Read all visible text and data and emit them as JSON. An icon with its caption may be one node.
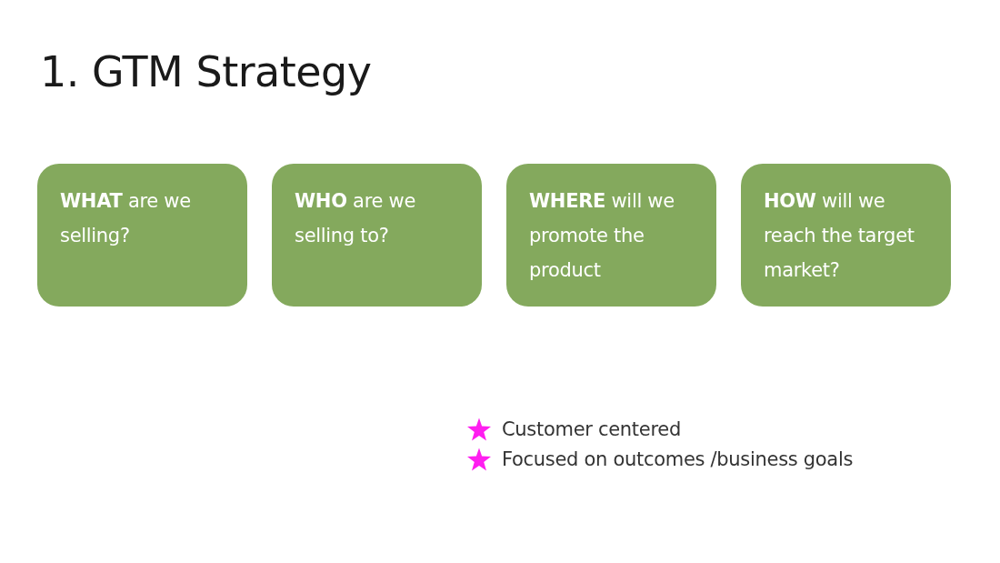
{
  "diagram": {
    "title": "1. GTM Strategy",
    "nodes": [
      {
        "text": [
          "**WHAT** are we selling?"
        ]
      },
      {
        "text": [
          "**WHO** are we selling to?"
        ]
      },
      {
        "text": [
          "**WHERE** will we promote the product"
        ]
      },
      {
        "text": [
          "**HOW** will we reach the target market?"
        ]
      }
    ],
    "edges": [],
    "labels": [
      "Customer centered",
      "Focused on outcomes /business goals"
    ]
  }
}
